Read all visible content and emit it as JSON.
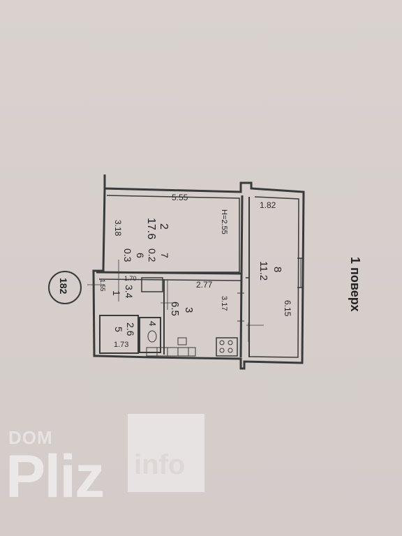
{
  "floor_label": "1 поверх",
  "plan_number": "182",
  "ceiling_height": "Н=2.55",
  "rooms": [
    {
      "number": "2",
      "area": "17.6"
    },
    {
      "number": "8",
      "area": "11.2"
    },
    {
      "number": "3",
      "area": "6.5"
    },
    {
      "number": "1",
      "area": "3.4"
    },
    {
      "number": "5",
      "area": "2.6"
    },
    {
      "number": "4",
      "area": ""
    },
    {
      "number": "6",
      "area": "0.3"
    },
    {
      "number": "7",
      "area": "0.2"
    }
  ],
  "dimensions": [
    "5.55",
    "1.82",
    "3.18",
    "2.77",
    "3.17",
    "6.15",
    "1.70",
    "1.55",
    "1.73"
  ],
  "watermark": {
    "dom": "DOM",
    "pliz": "Pliz",
    "info": "info"
  }
}
